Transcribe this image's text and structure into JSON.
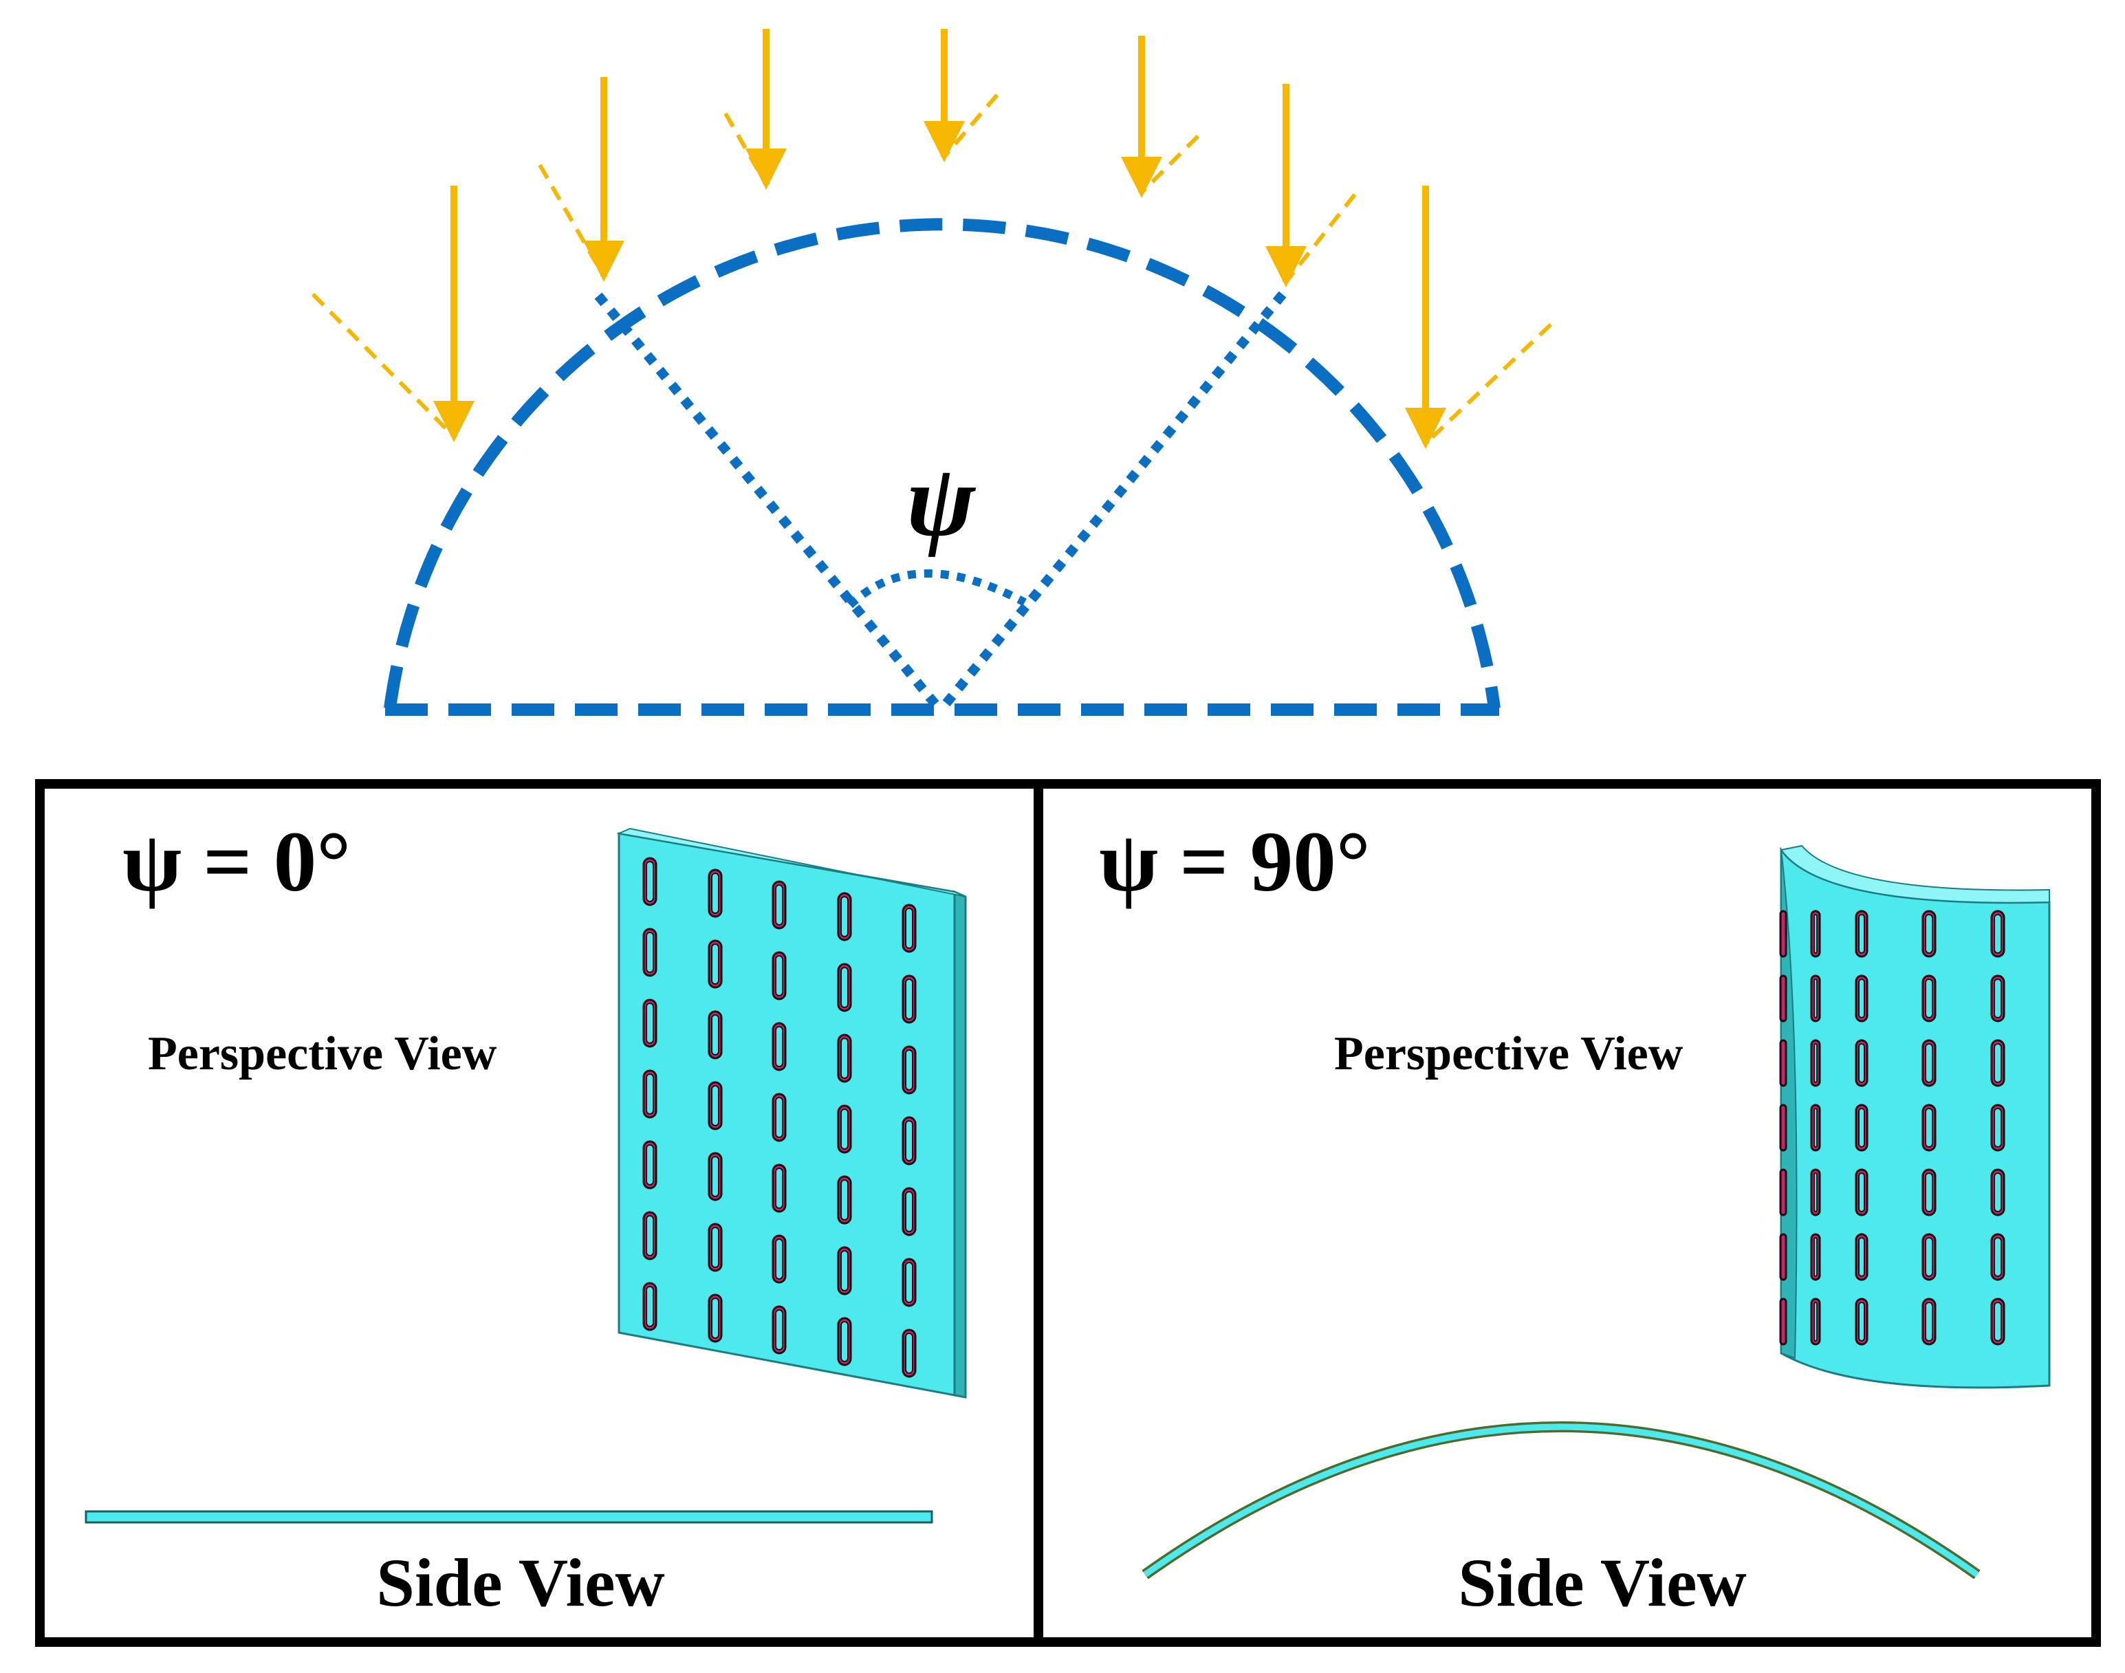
{
  "diagram": {
    "angle_symbol": "ψ",
    "colors": {
      "arc": "#0a6fc2",
      "arrow": "#f5b700",
      "plate": "#4ee9ec",
      "plate_edge": "#2fa6a8",
      "slot": "#d0206a",
      "frame": "#000000"
    }
  },
  "panels": [
    {
      "title": "ψ = 0°",
      "perspective_label": "Perspective View",
      "side_label": "Side View"
    },
    {
      "title": "ψ = 90°",
      "perspective_label": "Perspective View",
      "side_label": "Side View"
    }
  ]
}
